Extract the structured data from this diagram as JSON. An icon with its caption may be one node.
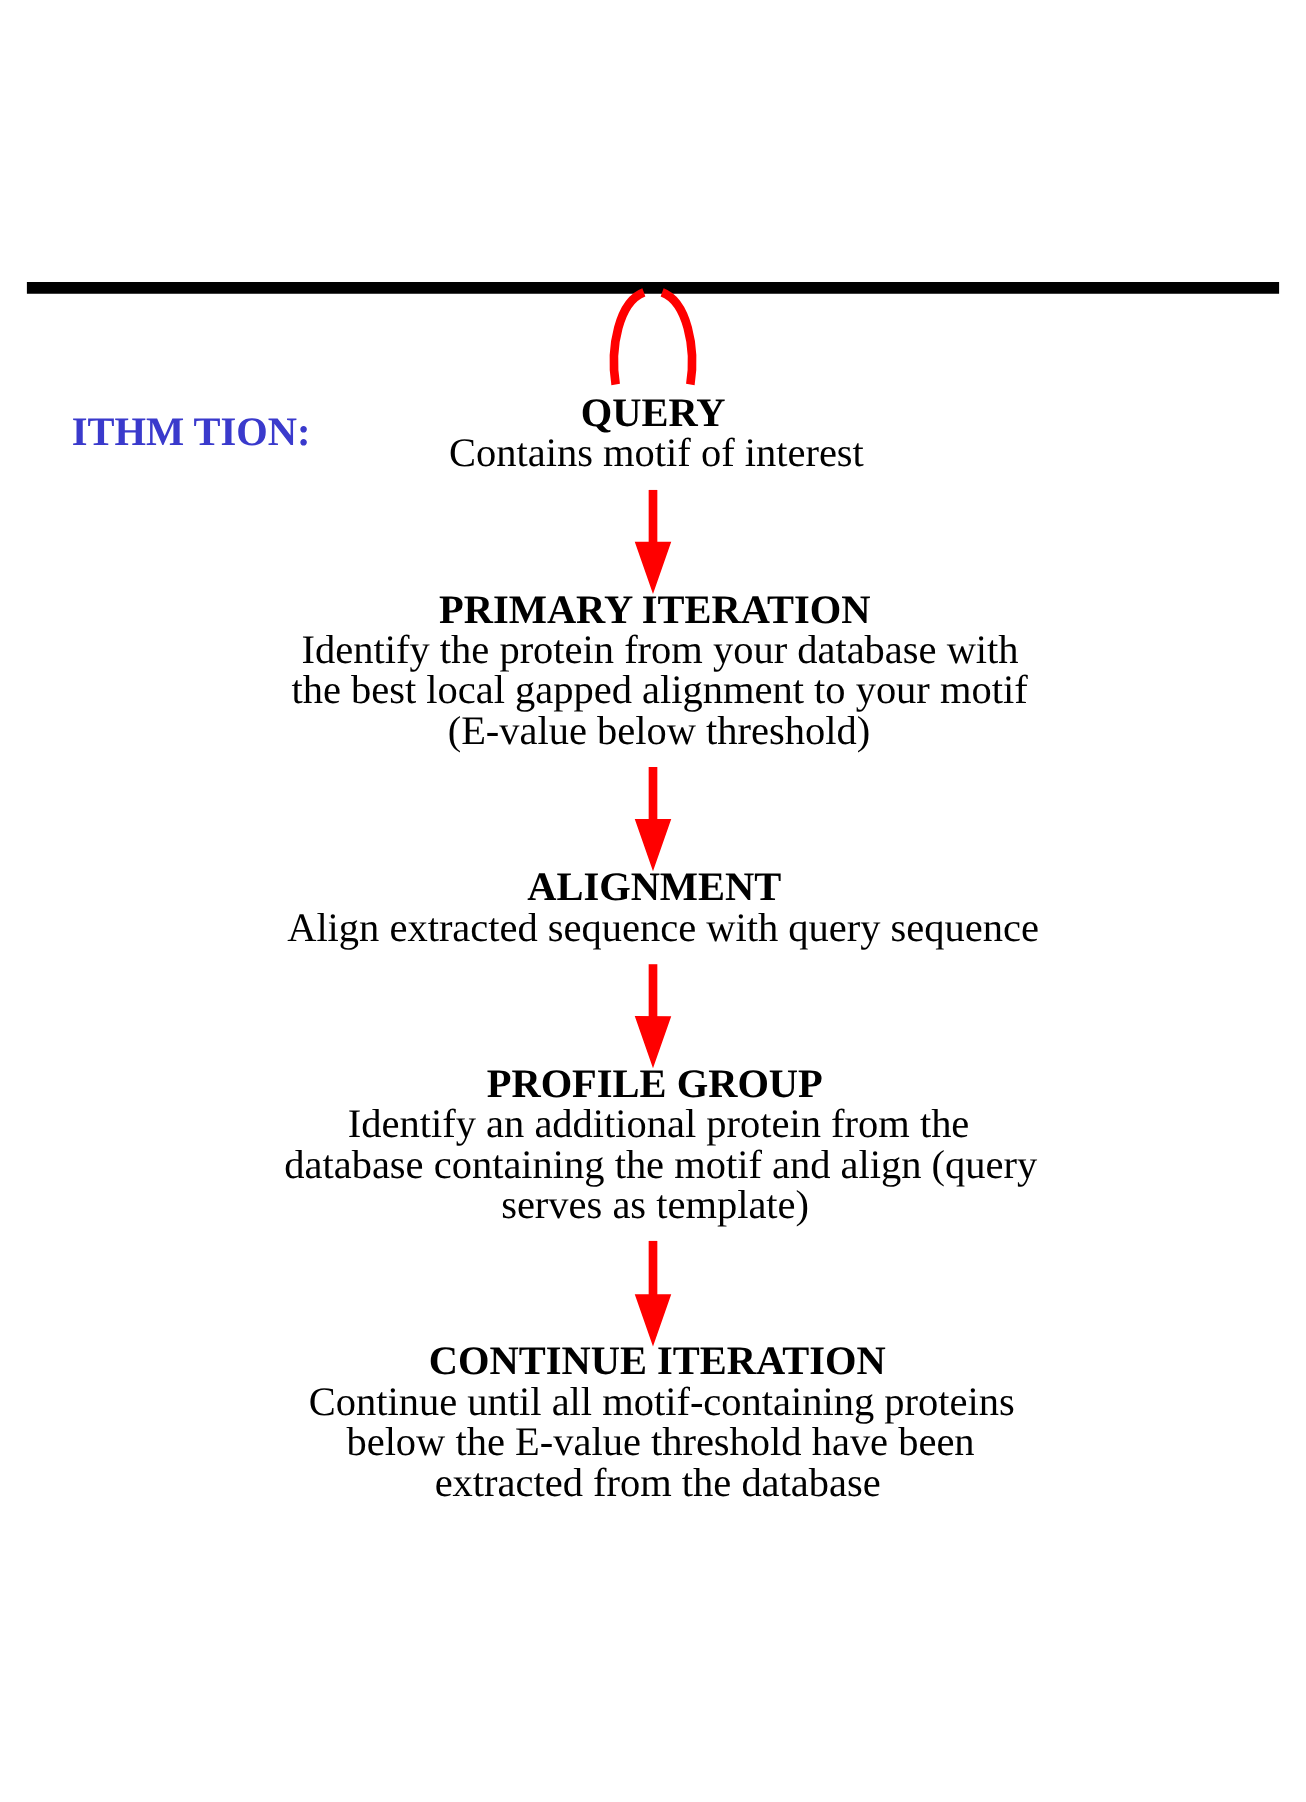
{
  "diagram": {
    "nodes": [
      {
        "text": [],
        "shape": "bar"
      },
      {
        "text": [
          "QUERY",
          "Contains motif of interest"
        ]
      },
      {
        "text": [
          "PRIMARY ITERATION",
          "Identify the protein from your database with the best local gapped alignment to your motif (E-value below threshold)"
        ]
      },
      {
        "text": [
          "ALIGNMENT",
          "Align extracted sequence with query sequence"
        ]
      },
      {
        "text": [
          "PROFILE GROUP",
          "Identify an additional protein from the database containing the motif and align (query serves as template)"
        ]
      },
      {
        "text": [
          "CONTINUE ITERATION",
          "Continue until all motif-containing proteins below the E-value threshold have been extracted from the database"
        ]
      }
    ],
    "edges": [
      {
        "from": 0,
        "to": 1,
        "arrow": "none"
      },
      {
        "from": 0,
        "to": 1,
        "arrow": "none"
      },
      {
        "from": 1,
        "to": 2,
        "arrow": "to"
      },
      {
        "from": 2,
        "to": 3,
        "arrow": "to"
      },
      {
        "from": 3,
        "to": 4,
        "arrow": "to"
      },
      {
        "from": 4,
        "to": 5,
        "arrow": "to"
      }
    ],
    "labels": [
      "ITHM TION:"
    ]
  }
}
